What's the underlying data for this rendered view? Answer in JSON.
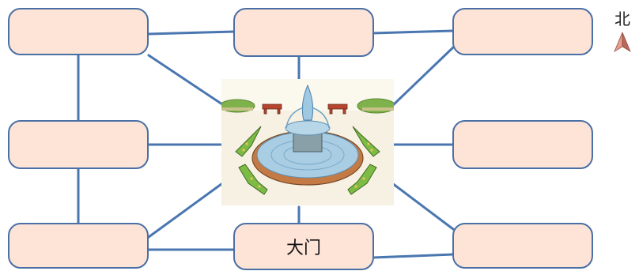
{
  "diagram": {
    "boxes": [
      {
        "id": "box-top-left",
        "label": ""
      },
      {
        "id": "box-top-middle",
        "label": ""
      },
      {
        "id": "box-top-right",
        "label": ""
      },
      {
        "id": "box-middle-left",
        "label": ""
      },
      {
        "id": "box-middle-right",
        "label": ""
      },
      {
        "id": "box-bottom-left",
        "label": ""
      },
      {
        "id": "box-bottom-middle",
        "label": "大门"
      },
      {
        "id": "box-bottom-right",
        "label": ""
      }
    ],
    "center_image": "fountain-illustration",
    "compass": {
      "label": "北",
      "icon": "north-arrow-icon"
    },
    "colors": {
      "box_fill": "#fde4d7",
      "box_border": "#4a6fa5",
      "connector": "#4a76b0"
    }
  }
}
